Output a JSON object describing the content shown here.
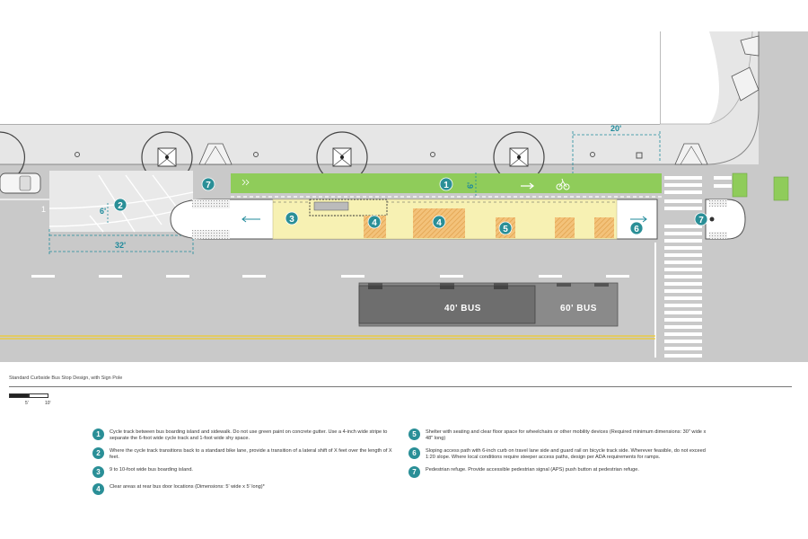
{
  "dimensions": {
    "d20": "20'",
    "d32": "32'",
    "d6a": "6'",
    "d6b": "6'"
  },
  "buses": {
    "bus40": "40' BUS",
    "bus60": "60' BUS"
  },
  "markers": [
    "1",
    "2",
    "3",
    "4",
    "4",
    "5",
    "6",
    "7",
    "7"
  ],
  "caption": "Standard Curbside Bus Stop Design, with Sign Pole",
  "scale": {
    "label_5": "5'",
    "label_10": "10'"
  },
  "legend_left": [
    {
      "num": "1",
      "text": "Cycle track between bus boarding island and sidewalk. Do not use green paint on concrete gutter. Use a 4-inch wide stripe to separate the 6-foot wide cycle track and 1-foot wide shy space."
    },
    {
      "num": "2",
      "text": "Where the cycle track transitions back to a standard bike lane, provide a transition of a lateral shift of X feet over the length of X feet."
    },
    {
      "num": "3",
      "text": "9 to 10-foot wide bus boarding island."
    },
    {
      "num": "4",
      "text": "Clear areas at rear bus door locations (Dimensions: 5' wide x 5' long)*"
    }
  ],
  "legend_right": [
    {
      "num": "5",
      "text": "Shelter with seating and clear floor space for wheelchairs or other mobility devices (Required minimum dimensions: 30\" wide x 48\" long)"
    },
    {
      "num": "6",
      "text": "Sloping access path with 6-inch curb on travel lane side and guard rail on bicycle track side. Wherever feasible, do not exceed 1:20 slope. Where local conditions require steeper access paths, design per ADA requirements for ramps."
    },
    {
      "num": "7",
      "text": "Pedestrian refuge. Provide accessible pedestrian signal (APS) push button at pedestrian refuge."
    }
  ]
}
